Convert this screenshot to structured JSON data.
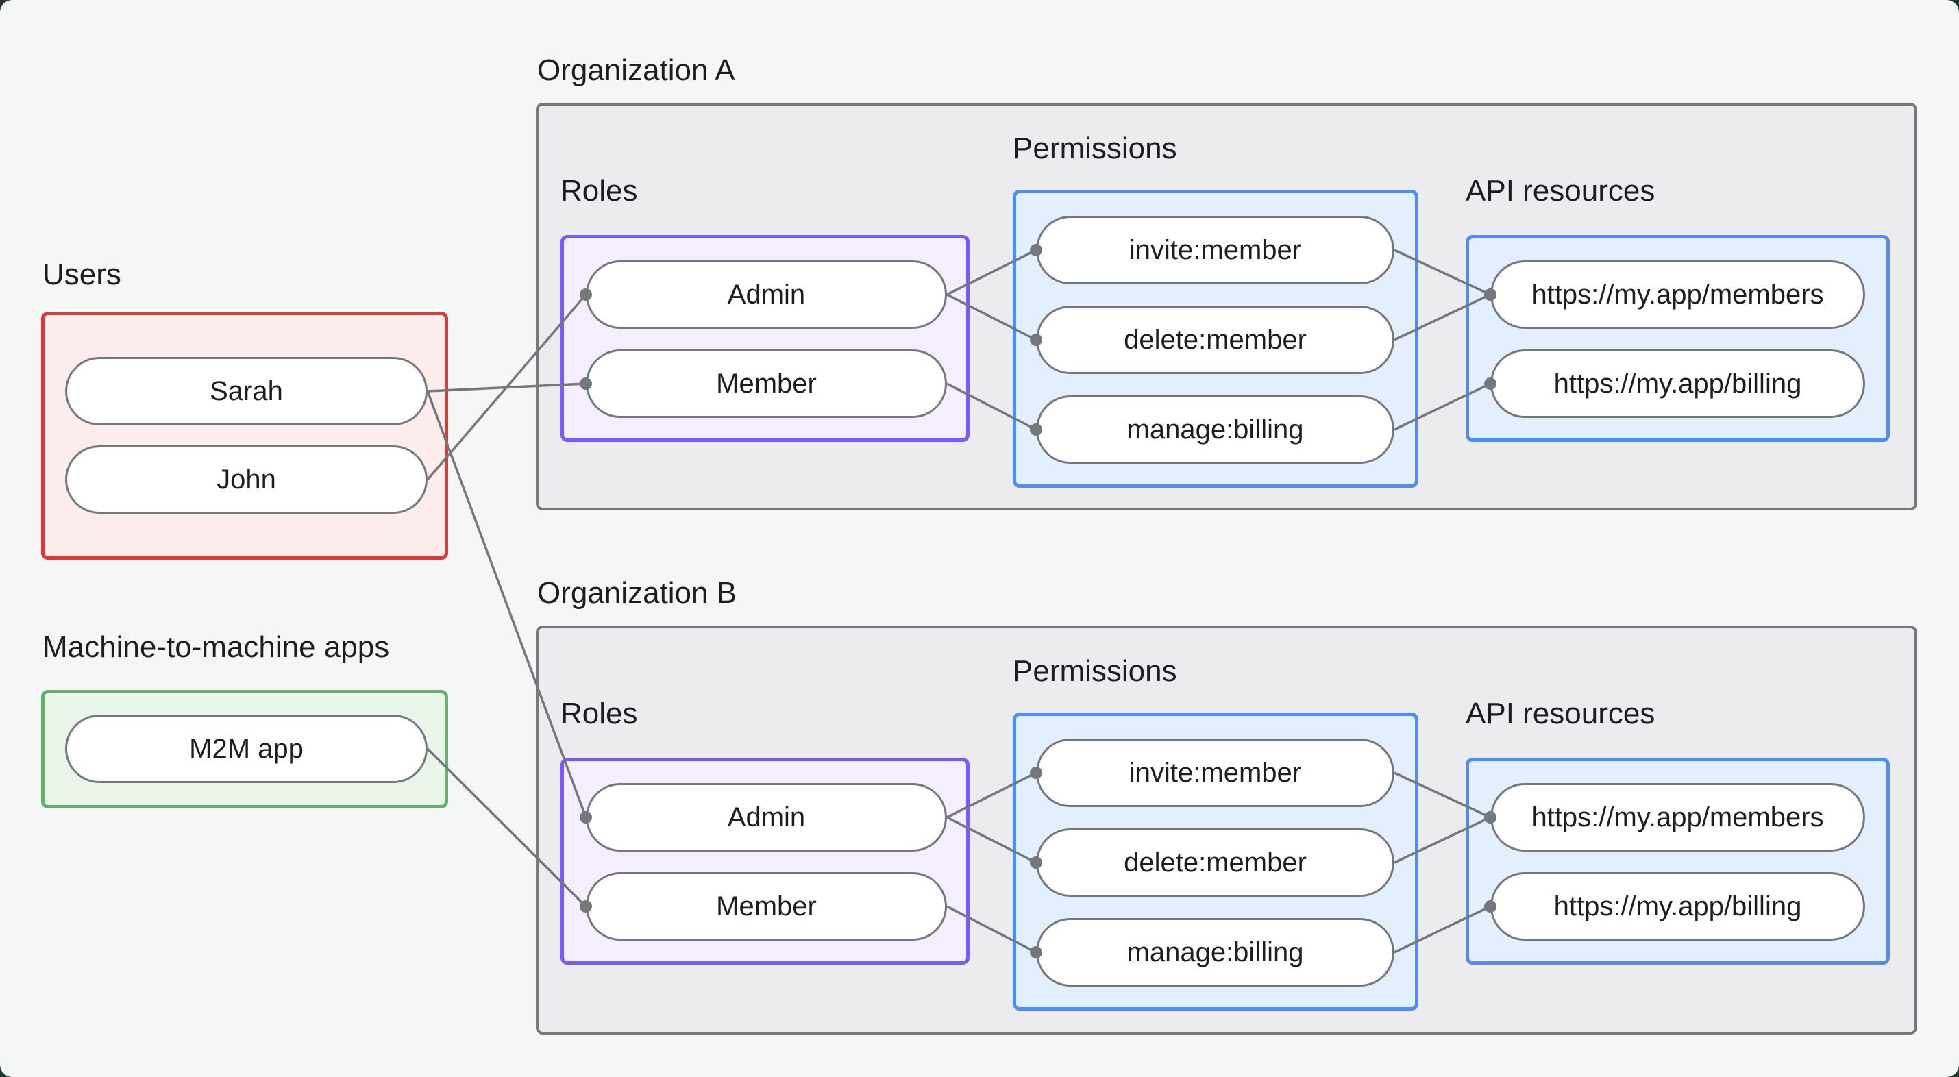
{
  "palette": {
    "page_bg": "#f5f6f6",
    "corner_bg": "#23392d",
    "org_fill": "#ececee",
    "org_border": "#75797c",
    "pill_fill": "#ffffff",
    "pill_border": "#74787b",
    "line": "#74787b",
    "text": "#1b1d20",
    "red_border": "#da3b34",
    "red_fill": "#fcedec",
    "green_border": "#62b269",
    "green_fill": "#e9f5e9",
    "purple_border": "#7a5af8",
    "purple_fill": "#f4eefe",
    "blue_border": "#4e8df6",
    "blue_fill": "#e3effc"
  },
  "users_section": {
    "title": "Users",
    "items": [
      {
        "id": "sarah",
        "label": "Sarah"
      },
      {
        "id": "john",
        "label": "John"
      }
    ]
  },
  "m2m_section": {
    "title": "Machine-to-machine apps",
    "items": [
      {
        "id": "m2m",
        "label": "M2M app"
      }
    ]
  },
  "organizations": [
    {
      "id": "orgA",
      "title": "Organization A",
      "roles": {
        "label": "Roles",
        "items": [
          {
            "id": "orgA-admin",
            "label": "Admin"
          },
          {
            "id": "orgA-member",
            "label": "Member"
          }
        ]
      },
      "permissions": {
        "label": "Permissions",
        "items": [
          {
            "id": "orgA-invite",
            "label": "invite:member"
          },
          {
            "id": "orgA-delete",
            "label": "delete:member"
          },
          {
            "id": "orgA-manage",
            "label": "manage:billing"
          }
        ]
      },
      "api_resources": {
        "label": "API resources",
        "items": [
          {
            "id": "orgA-members-api",
            "label": "https://my.app/members"
          },
          {
            "id": "orgA-billing-api",
            "label": "https://my.app/billing"
          }
        ]
      }
    },
    {
      "id": "orgB",
      "title": "Organization B",
      "roles": {
        "label": "Roles",
        "items": [
          {
            "id": "orgB-admin",
            "label": "Admin"
          },
          {
            "id": "orgB-member",
            "label": "Member"
          }
        ]
      },
      "permissions": {
        "label": "Permissions",
        "items": [
          {
            "id": "orgB-invite",
            "label": "invite:member"
          },
          {
            "id": "orgB-delete",
            "label": "delete:member"
          },
          {
            "id": "orgB-manage",
            "label": "manage:billing"
          }
        ]
      },
      "api_resources": {
        "label": "API resources",
        "items": [
          {
            "id": "orgB-members-api",
            "label": "https://my.app/members"
          },
          {
            "id": "orgB-billing-api",
            "label": "https://my.app/billing"
          }
        ]
      }
    }
  ],
  "edges": [
    [
      "sarah",
      "orgA-member"
    ],
    [
      "john",
      "orgA-admin"
    ],
    [
      "sarah",
      "orgB-admin"
    ],
    [
      "m2m",
      "orgB-member"
    ],
    [
      "orgA-admin",
      "orgA-invite"
    ],
    [
      "orgA-admin",
      "orgA-delete"
    ],
    [
      "orgA-member",
      "orgA-manage"
    ],
    [
      "orgA-invite",
      "orgA-members-api"
    ],
    [
      "orgA-delete",
      "orgA-members-api"
    ],
    [
      "orgA-manage",
      "orgA-billing-api"
    ],
    [
      "orgB-admin",
      "orgB-invite"
    ],
    [
      "orgB-admin",
      "orgB-delete"
    ],
    [
      "orgB-member",
      "orgB-manage"
    ],
    [
      "orgB-invite",
      "orgB-members-api"
    ],
    [
      "orgB-delete",
      "orgB-members-api"
    ],
    [
      "orgB-manage",
      "orgB-billing-api"
    ]
  ]
}
